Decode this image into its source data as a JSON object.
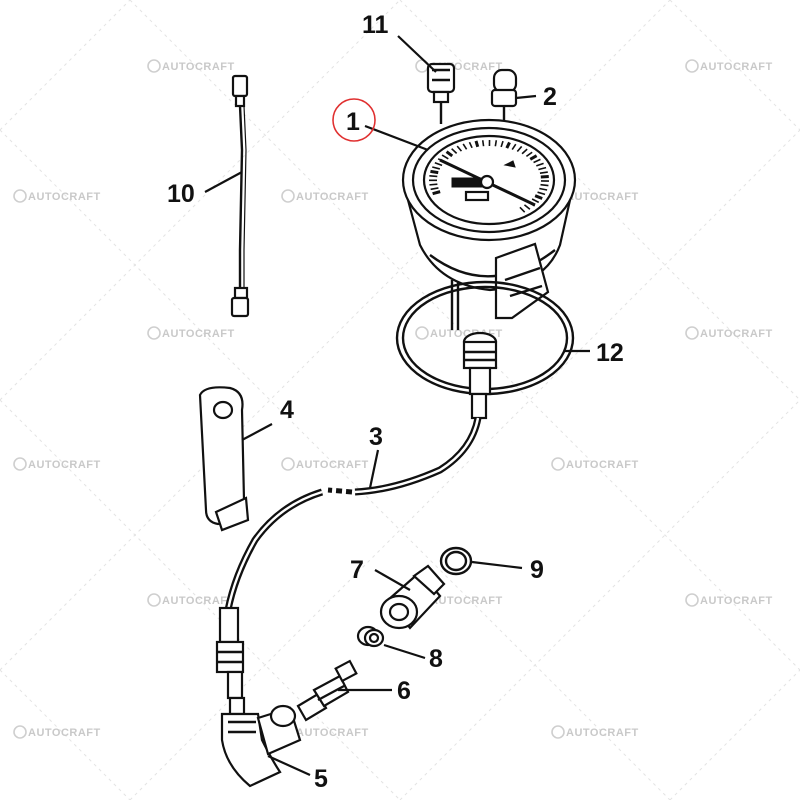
{
  "diagram": {
    "watermark_text": "AUTOCRAFT",
    "highlight_color": "#e03030",
    "parts": [
      {
        "number": "1",
        "name": "gauge"
      },
      {
        "number": "2",
        "name": "lamp"
      },
      {
        "number": "3",
        "name": "cable"
      },
      {
        "number": "4",
        "name": "bracket"
      },
      {
        "number": "5",
        "name": "elbow"
      },
      {
        "number": "6",
        "name": "pin"
      },
      {
        "number": "7",
        "name": "nut"
      },
      {
        "number": "8",
        "name": "small-nut"
      },
      {
        "number": "9",
        "name": "o-ring"
      },
      {
        "number": "10",
        "name": "wire-lead"
      },
      {
        "number": "11",
        "name": "bulb-socket"
      },
      {
        "number": "12",
        "name": "gasket"
      }
    ]
  }
}
